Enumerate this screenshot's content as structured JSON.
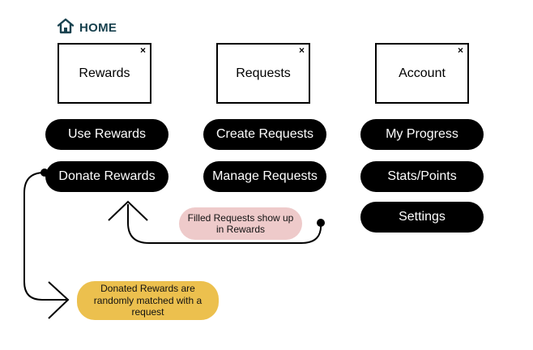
{
  "header": {
    "home_label": "HOME",
    "home_icon": "house-icon"
  },
  "cards": [
    {
      "id": "rewards",
      "label": "Rewards",
      "close_glyph": "×"
    },
    {
      "id": "requests",
      "label": "Requests",
      "close_glyph": "×"
    },
    {
      "id": "account",
      "label": "Account",
      "close_glyph": "×"
    }
  ],
  "buttons": {
    "rewards": [
      "Use Rewards",
      "Donate Rewards"
    ],
    "requests": [
      "Create Requests",
      "Manage Requests"
    ],
    "account": [
      "My Progress",
      "Stats/Points",
      "Settings"
    ]
  },
  "annotations": {
    "filled_requests": "Filled Requests show up in Rewards",
    "donated_rewards": "Donated Rewards are randomly matched with a request"
  },
  "colors": {
    "pill_background": "#000000",
    "pill_text": "#ffffff",
    "home_color": "#17414e",
    "note_filled": "#eecaca",
    "note_donated": "#ecc04e"
  }
}
